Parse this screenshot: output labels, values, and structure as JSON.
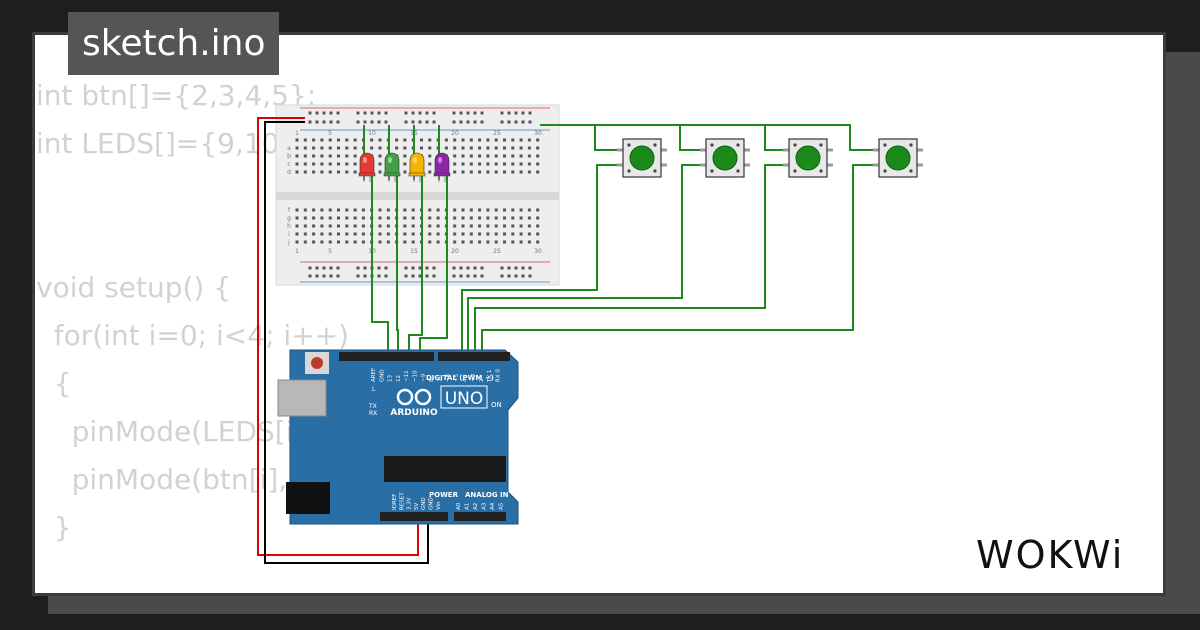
{
  "file_tab": {
    "label": "sketch.ino"
  },
  "code_lines": [
    "int btn[]={2,3,4,5};",
    "int LEDS[]={9,10,11,12};",
    "",
    "",
    "void setup() {",
    "  for(int i=0; i<4; i++)",
    "  {",
    "    pinMode(LEDS[i],OUTPUT);",
    "    pinMode(btn[i],INPUT_PULLUP);",
    "  }"
  ],
  "breadboard": {
    "column_labels": [
      "1",
      "5",
      "10",
      "15",
      "20",
      "25",
      "30"
    ],
    "row_labels_top": [
      "a",
      "b",
      "c",
      "d"
    ],
    "row_labels_bottom": [
      "f",
      "g",
      "h",
      "i",
      "j"
    ]
  },
  "leds": [
    {
      "name": "red-led",
      "color": "#e53935"
    },
    {
      "name": "green-led",
      "color": "#43a047"
    },
    {
      "name": "yellow-led",
      "color": "#f5b400"
    },
    {
      "name": "purple-led",
      "color": "#8e24aa"
    }
  ],
  "pushbutton_color": "#1b8a1b",
  "arduino": {
    "model": "UNO",
    "brand": "ARDUINO",
    "on_label": "ON",
    "digital_label": "DIGITAL (PWM ~)",
    "power_label": "POWER",
    "analog_label": "ANALOG IN",
    "led_labels": [
      "L",
      "TX",
      "RX"
    ],
    "digital_pins": [
      "AREF",
      "GND",
      "13",
      "12",
      "~11",
      "~10",
      "~9",
      "8",
      "7",
      "~6",
      "~5",
      "4",
      "~3",
      "2",
      "TX 1",
      "RX 0"
    ],
    "power_pins": [
      "IOREF",
      "RESET",
      "3.3V",
      "5V",
      "GND",
      "GND",
      "Vin"
    ],
    "analog_pins": [
      "A0",
      "A1",
      "A2",
      "A3",
      "A4",
      "A5"
    ]
  },
  "logo": {
    "text": "WOKWi"
  },
  "colors": {
    "board": "#2a6ea6",
    "wire_signal": "#1e8a1e",
    "wire_power": "#e00000",
    "wire_ground": "#000000"
  }
}
